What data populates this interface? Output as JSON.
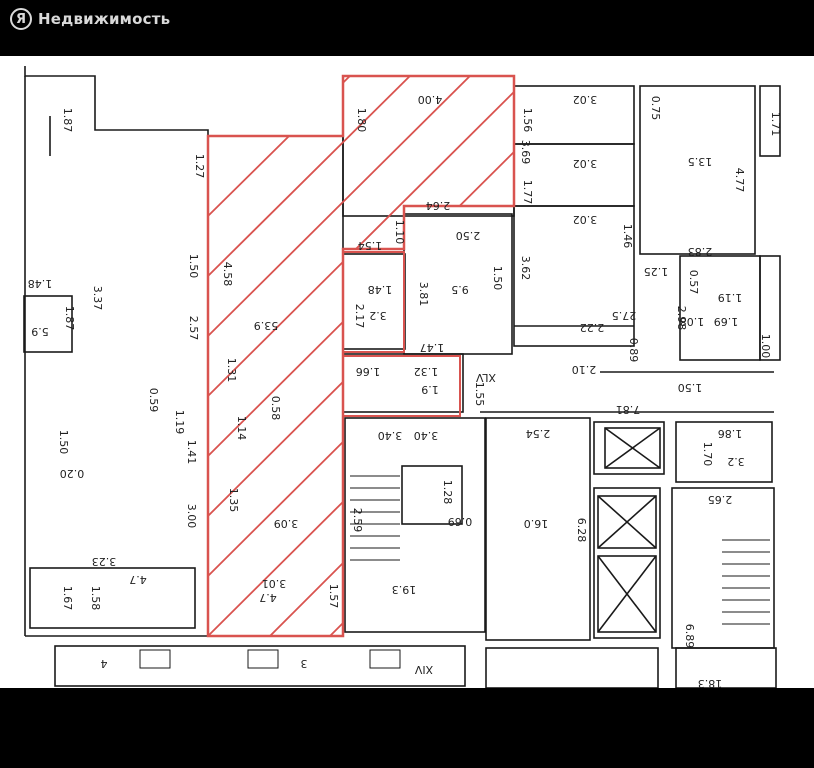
{
  "header": {
    "logo_letter": "Я",
    "title": "Недвижимость"
  },
  "plan": {
    "colors": {
      "line": "#1a1a1a",
      "highlight": "#d9534f"
    },
    "labels": [
      {
        "id": "l1",
        "text": "4.00"
      },
      {
        "id": "l2",
        "text": "1.80"
      },
      {
        "id": "l3",
        "text": "1.56"
      },
      {
        "id": "l4",
        "text": "3.02"
      },
      {
        "id": "l5",
        "text": "0.75"
      },
      {
        "id": "l6",
        "text": "1.71"
      },
      {
        "id": "l7",
        "text": "1.87"
      },
      {
        "id": "l8",
        "text": "3.69"
      },
      {
        "id": "l9",
        "text": "1.27"
      },
      {
        "id": "l10",
        "text": "1.77"
      },
      {
        "id": "l11",
        "text": "3.02"
      },
      {
        "id": "l12",
        "text": "13.5"
      },
      {
        "id": "l13",
        "text": "4.77"
      },
      {
        "id": "l14",
        "text": "2.64"
      },
      {
        "id": "l15",
        "text": "3.02"
      },
      {
        "id": "l16",
        "text": "1.46"
      },
      {
        "id": "l17",
        "text": "2.50"
      },
      {
        "id": "l18",
        "text": "1.54"
      },
      {
        "id": "l19",
        "text": "1.10"
      },
      {
        "id": "l20",
        "text": "2.83"
      },
      {
        "id": "l21",
        "text": "3.37"
      },
      {
        "id": "l22",
        "text": "1.50"
      },
      {
        "id": "l23",
        "text": "4.58"
      },
      {
        "id": "l24",
        "text": "3.62"
      },
      {
        "id": "l25",
        "text": "1.25"
      },
      {
        "id": "l26",
        "text": "0.57"
      },
      {
        "id": "l27",
        "text": "1.48"
      },
      {
        "id": "l28",
        "text": "3.81"
      },
      {
        "id": "l29",
        "text": "1.50"
      },
      {
        "id": "l30",
        "text": "9.5"
      },
      {
        "id": "l31",
        "text": "2.17"
      },
      {
        "id": "l32",
        "text": "1.48"
      },
      {
        "id": "l33",
        "text": "27.5"
      },
      {
        "id": "l34",
        "text": "1.08"
      },
      {
        "id": "l35",
        "text": "2.98"
      },
      {
        "id": "l36",
        "text": "1.19"
      },
      {
        "id": "l37",
        "text": "5.9"
      },
      {
        "id": "l38",
        "text": "1.87"
      },
      {
        "id": "l39",
        "text": "2.57"
      },
      {
        "id": "l40",
        "text": "53.9"
      },
      {
        "id": "l41",
        "text": "3.2"
      },
      {
        "id": "l42",
        "text": "2.22"
      },
      {
        "id": "l43",
        "text": "1.69"
      },
      {
        "id": "l44",
        "text": "1.00"
      },
      {
        "id": "l45",
        "text": "1.47"
      },
      {
        "id": "l46",
        "text": "0.89"
      },
      {
        "id": "l47",
        "text": "1.31"
      },
      {
        "id": "l48",
        "text": "1.66"
      },
      {
        "id": "l49",
        "text": "2.10"
      },
      {
        "id": "l50",
        "text": "XLV"
      },
      {
        "id": "l51",
        "text": "0.59"
      },
      {
        "id": "l52",
        "text": "1.55"
      },
      {
        "id": "l53",
        "text": "1.50"
      },
      {
        "id": "l54",
        "text": "1.32"
      },
      {
        "id": "l55",
        "text": "0.58"
      },
      {
        "id": "l56",
        "text": "1.9"
      },
      {
        "id": "l57",
        "text": "7.81"
      },
      {
        "id": "l58",
        "text": "1.19"
      },
      {
        "id": "l59",
        "text": "1.14"
      },
      {
        "id": "l60",
        "text": "3.40"
      },
      {
        "id": "l61",
        "text": "3.40"
      },
      {
        "id": "l62",
        "text": "2.54"
      },
      {
        "id": "l63",
        "text": "1.86"
      },
      {
        "id": "l64",
        "text": "1.50"
      },
      {
        "id": "l65",
        "text": "1.41"
      },
      {
        "id": "l66",
        "text": "1.70"
      },
      {
        "id": "l67",
        "text": "3.2"
      },
      {
        "id": "l68",
        "text": "1.28"
      },
      {
        "id": "l69",
        "text": "0.20"
      },
      {
        "id": "l70",
        "text": "2.65"
      },
      {
        "id": "l71",
        "text": "1.35"
      },
      {
        "id": "l72",
        "text": "0.69"
      },
      {
        "id": "l73",
        "text": "16.0"
      },
      {
        "id": "l74",
        "text": "3.00"
      },
      {
        "id": "l75",
        "text": "2.59"
      },
      {
        "id": "l76",
        "text": "3.09"
      },
      {
        "id": "l77",
        "text": "6.28"
      },
      {
        "id": "l78",
        "text": "3.23"
      },
      {
        "id": "l79",
        "text": "4.7"
      },
      {
        "id": "l80",
        "text": "1.58"
      },
      {
        "id": "l81",
        "text": "3.01"
      },
      {
        "id": "l82",
        "text": "1.57"
      },
      {
        "id": "l83",
        "text": "19.3"
      },
      {
        "id": "l84",
        "text": "1.67"
      },
      {
        "id": "l85",
        "text": "6.89"
      },
      {
        "id": "l86",
        "text": "4"
      },
      {
        "id": "l87",
        "text": "3"
      },
      {
        "id": "l88",
        "text": "XIV"
      },
      {
        "id": "l89",
        "text": "18.3"
      },
      {
        "id": "l90",
        "text": "4.7"
      }
    ]
  }
}
